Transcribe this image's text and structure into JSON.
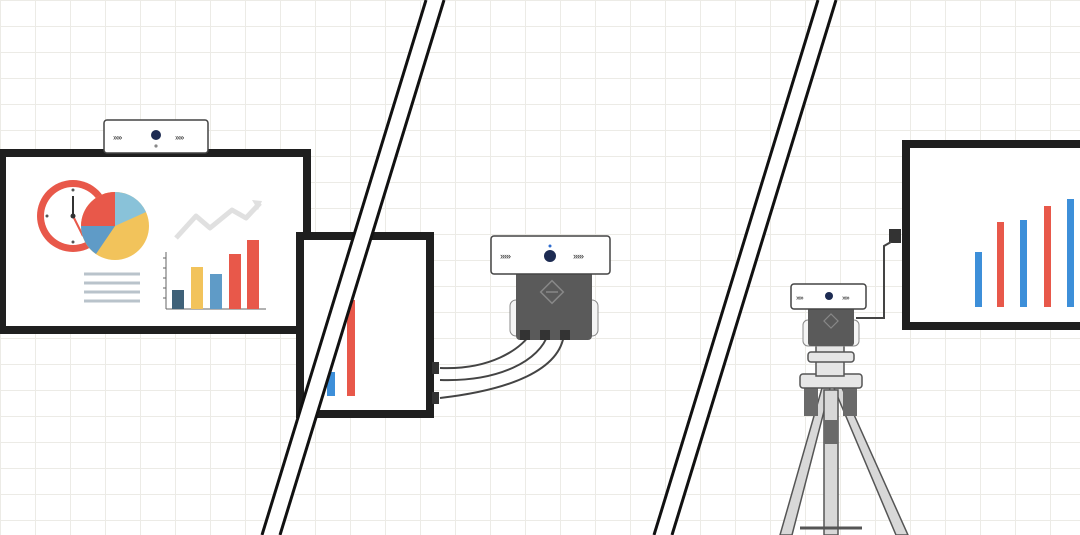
{
  "illustration": {
    "panels": [
      "wall-mounted-screen",
      "side-mounted-screen",
      "tripod-setup"
    ],
    "colors": {
      "frame": "#1f1f1f",
      "bar_blue": "#3d8fd9",
      "bar_red": "#e8584a",
      "bar_yellow": "#f2c35b",
      "bar_navy": "#3f6178",
      "device_body": "#5a5a5a",
      "camera_bar": "#ffffff",
      "wall_line": "#ecebe6"
    },
    "icons": [
      "camera-bar",
      "clock",
      "pie-chart",
      "trend-arrow",
      "bar-chart",
      "control-box",
      "tripod",
      "cable"
    ]
  }
}
